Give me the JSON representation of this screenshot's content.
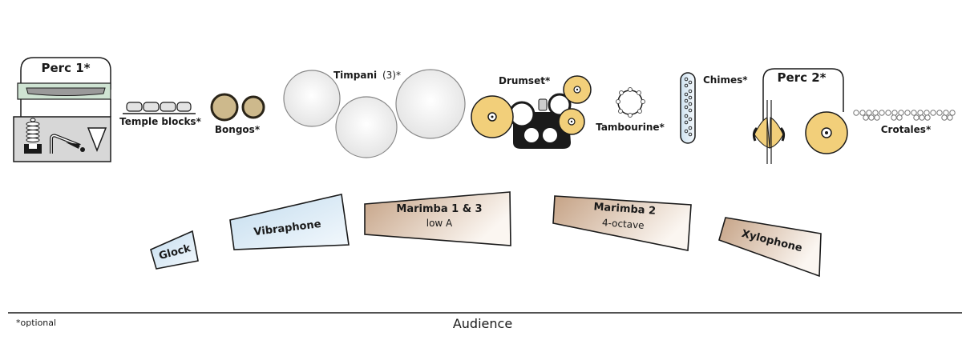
{
  "diagram": {
    "title": "Percussion stage setup",
    "colors": {
      "outline": "#1a1a1a",
      "timpani_fill": "#eeeeee",
      "cymbal_fill": "#f2cf7a",
      "bongo_fill": "#cdb98c",
      "mallet_blue": "#cfe3f1",
      "mallet_brown": "#c9a88c",
      "perc1_box": "#d7d7d7",
      "perc1_green": "#cfe4d3"
    },
    "stations": {
      "perc1": {
        "label": "Perc 1*"
      },
      "temple_blocks": {
        "label": "Temple blocks*"
      },
      "bongos": {
        "label": "Bongos*"
      },
      "timpani": {
        "label": "Timpani",
        "count_label": "(3)*"
      },
      "drumset": {
        "label": "Drumset*"
      },
      "tambourine": {
        "label": "Tambourine*"
      },
      "chimes": {
        "label": "Chimes*"
      },
      "perc2": {
        "label": "Perc 2*"
      },
      "crotales": {
        "label": "Crotales*"
      }
    },
    "mallets": [
      {
        "id": "glock",
        "label": "Glock",
        "sub": ""
      },
      {
        "id": "vibraphone",
        "label": "Vibraphone",
        "sub": ""
      },
      {
        "id": "marimba13",
        "label": "Marimba 1 & 3",
        "sub": "low A"
      },
      {
        "id": "marimba2",
        "label": "Marimba 2",
        "sub": "4-octave"
      },
      {
        "id": "xylophone",
        "label": "Xylophone",
        "sub": ""
      }
    ],
    "footer": {
      "note": "*optional",
      "audience": "Audience"
    }
  }
}
